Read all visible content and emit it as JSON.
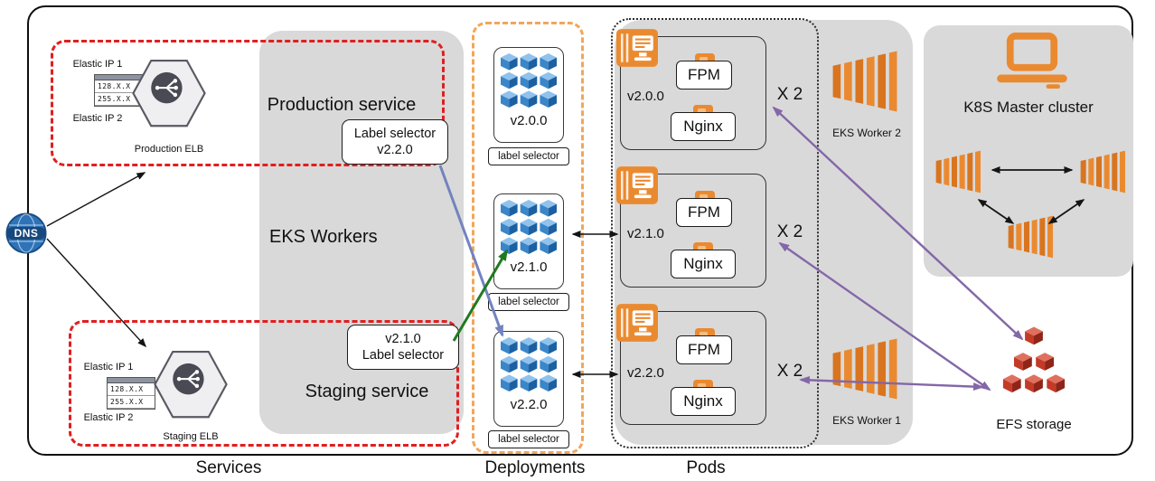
{
  "dns": {
    "label": "DNS"
  },
  "production": {
    "title": "Production service",
    "eip1": "Elastic IP 1",
    "eip2": "Elastic IP 2",
    "ip_row1": "128.X.X",
    "ip_row2": "255.X.X",
    "elb_label": "Production ELB",
    "selector_line1": "Label selector",
    "selector_line2": "v2.2.0"
  },
  "staging": {
    "title": "Staging service",
    "eip1": "Elastic IP 1",
    "eip2": "Elastic IP 2",
    "ip_row1": "128.X.X",
    "ip_row2": "255.X.X",
    "elb_label": "Staging ELB",
    "selector_line1": "v2.1.0",
    "selector_line2": "Label selector"
  },
  "eks_workers_label": "EKS Workers",
  "deployments": {
    "items": [
      {
        "version": "v2.0.0",
        "selector": "label selector"
      },
      {
        "version": "v2.1.0",
        "selector": "label selector"
      },
      {
        "version": "v2.2.0",
        "selector": "label selector"
      }
    ]
  },
  "pods": {
    "items": [
      {
        "version": "v2.0.0",
        "fpm": "FPM",
        "nginx": "Nginx",
        "scale": "X 2"
      },
      {
        "version": "v2.1.0",
        "fpm": "FPM",
        "nginx": "Nginx",
        "scale": "X 2"
      },
      {
        "version": "v2.2.0",
        "fpm": "FPM",
        "nginx": "Nginx",
        "scale": "X 2"
      }
    ]
  },
  "workers": {
    "worker2": "EKS Worker 2",
    "worker1": "EKS Worker 1"
  },
  "master": {
    "title": "K8S Master cluster"
  },
  "efs": {
    "label": "EFS storage"
  },
  "footer": {
    "services": "Services",
    "deployments": "Deployments",
    "pods": "Pods"
  },
  "colors": {
    "panel_gray": "#d9d9d9",
    "dashed_red": "#e01f1f",
    "dashed_orange": "#f2a65a",
    "aws_orange": "#ea8a30",
    "cube_blue": "#3a86c8",
    "efs_red": "#c23a28",
    "arrow_blue": "#7283bf",
    "arrow_green": "#1f7a1f",
    "arrow_purple": "#8467a8"
  }
}
